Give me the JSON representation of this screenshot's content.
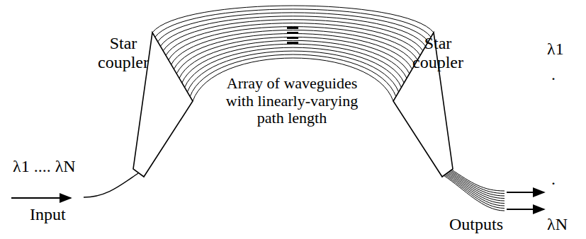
{
  "diagram": {
    "labels": [
      "Star coupler",
      "Star coupler",
      "λ1 .... λN",
      "Array of waveguides with linearly-varying path length",
      "λ1",
      "Input",
      ".",
      ".",
      "Outputs",
      "λN"
    ]
  }
}
